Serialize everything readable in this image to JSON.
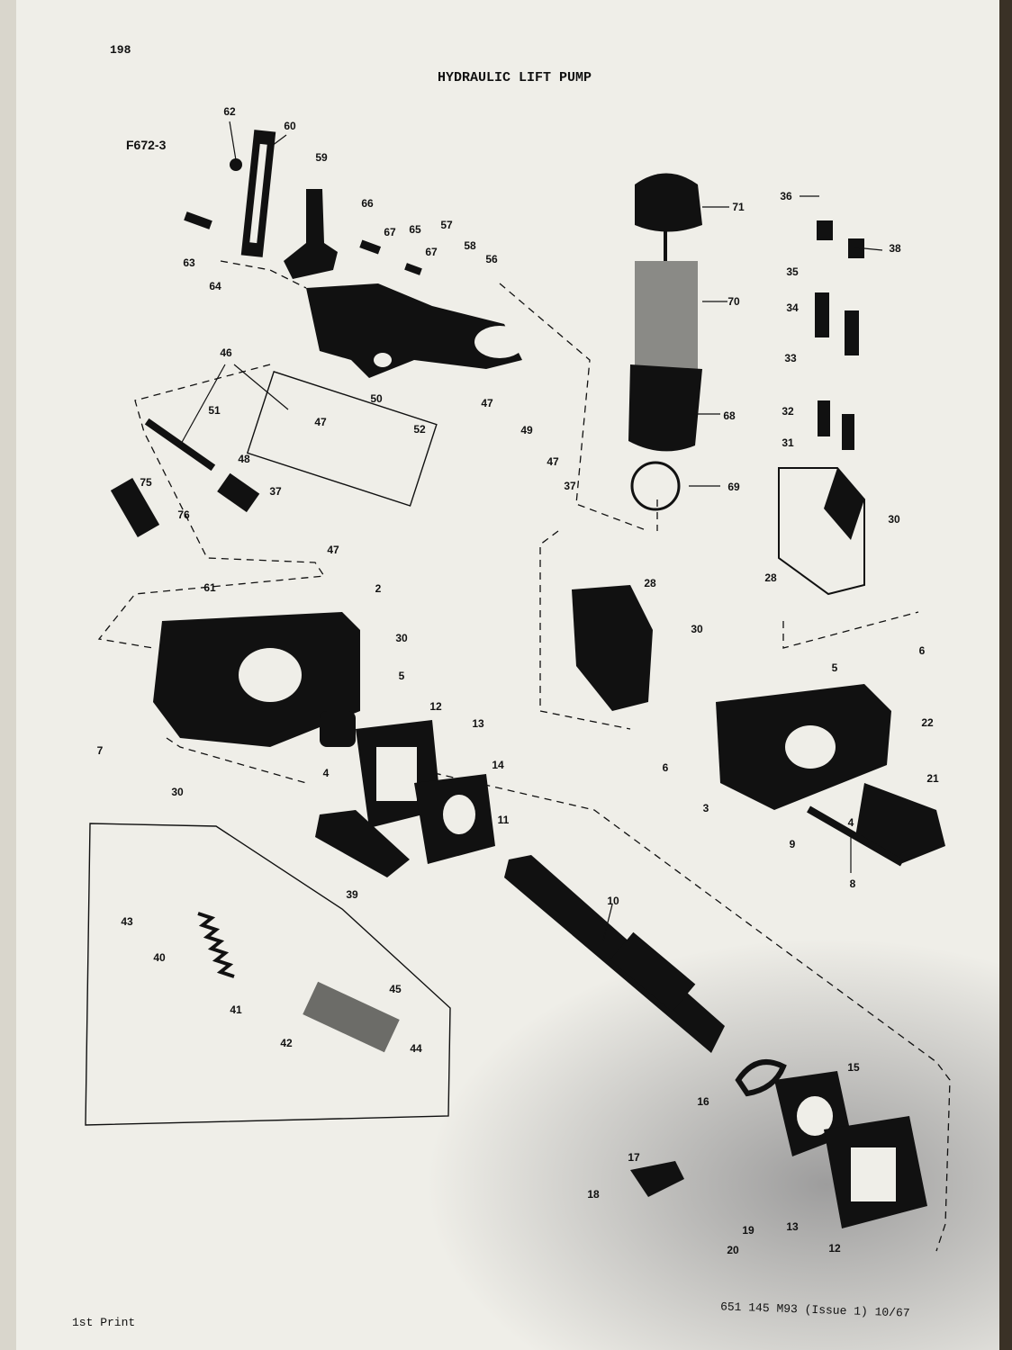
{
  "page": {
    "page_number": "198",
    "title": "HYDRAULIC LIFT PUMP",
    "figure_ref": "F672-3",
    "footer_left": "1st Print",
    "footer_right": "651 145 M93 (Issue 1) 10/67"
  },
  "callouts": [
    "62",
    "60",
    "59",
    "66",
    "67",
    "65",
    "57",
    "67",
    "58",
    "56",
    "63",
    "64",
    "71",
    "36",
    "38",
    "35",
    "70",
    "34",
    "33",
    "46",
    "50",
    "47",
    "52",
    "49",
    "51",
    "47",
    "48",
    "68",
    "32",
    "31",
    "47",
    "37",
    "75",
    "37",
    "76",
    "47",
    "69",
    "30",
    "28",
    "61",
    "2",
    "28",
    "30",
    "30",
    "5",
    "6",
    "5",
    "7",
    "12",
    "13",
    "22",
    "14",
    "30",
    "4",
    "11",
    "21",
    "6",
    "3",
    "4",
    "9",
    "39",
    "8",
    "43",
    "40",
    "10",
    "41",
    "45",
    "42",
    "44",
    "15",
    "16",
    "17",
    "18",
    "19",
    "13",
    "12",
    "20"
  ]
}
